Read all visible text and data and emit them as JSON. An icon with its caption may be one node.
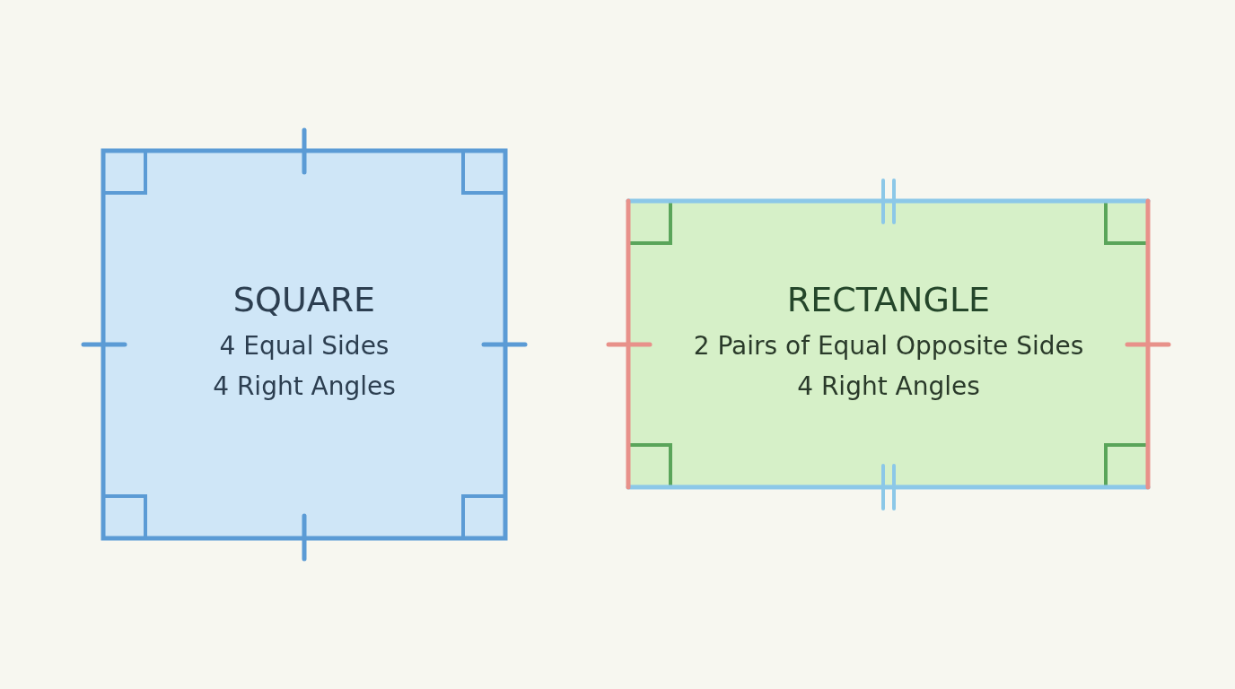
{
  "diagram": {
    "nodes": [
      {
        "text": [
          "SQUARE",
          "4 Equal Sides",
          "4 Right Angles"
        ]
      },
      {
        "text": [
          "RECTANGLE",
          "2 Pairs of Equal Opposite Sides",
          "4 Right Angles"
        ]
      }
    ]
  }
}
